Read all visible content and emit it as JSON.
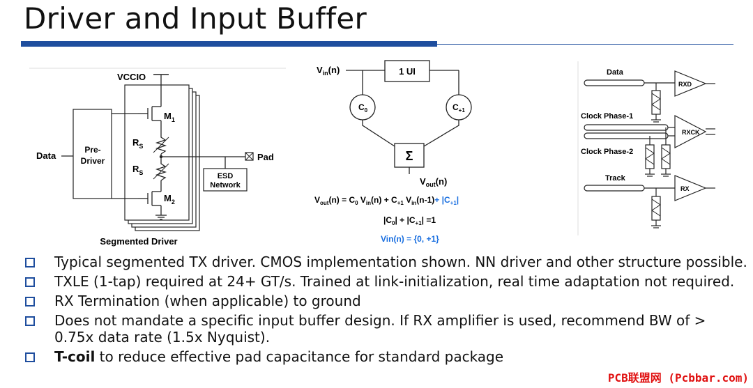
{
  "title": "Driver and Input Buffer",
  "fig1": {
    "vccio": "VCCIO",
    "m1": "M",
    "m1_sub": "1",
    "m2": "M",
    "m2_sub": "2",
    "rs": "R",
    "rs_sub": "S",
    "pre_driver_1": "Pre-",
    "pre_driver_2": "Driver",
    "data": "Data",
    "pad": "Pad",
    "esd_1": "ESD",
    "esd_2": "Network",
    "caption": "Segmented Driver"
  },
  "fig2": {
    "vin_label": "V",
    "vin_sub": "in",
    "vin_arg": "(n)",
    "ui_box": "1 UI",
    "c0": "C",
    "c0_sub": "0",
    "cp1": "C",
    "cp1_sub": "+1",
    "sum": "Σ",
    "vout_label": "V",
    "vout_sub": "out",
    "vout_arg": "(n)",
    "eq1_black": "V_out(n) = C_0 V_in(n) + C_+1 V_in(n-1)",
    "eq1_blue": "+ |C_+1|",
    "eq2": "|C_0| + |C_+1| =1",
    "eq3": "Vin(n) = {0, +1}"
  },
  "fig3": {
    "data": "Data",
    "rxd": "RXD",
    "clock1": "Clock Phase-1",
    "rxck": "RXCK",
    "clock2": "Clock Phase-2",
    "track": "Track",
    "rx": "RX"
  },
  "bullets": [
    {
      "bold": "",
      "text": "Typical segmented TX driver. CMOS implementation shown. NN driver and other structure possible."
    },
    {
      "bold": "",
      "text": "TXLE (1-tap) required at 24+ GT/s. Trained at link-initialization, real time adaptation not required."
    },
    {
      "bold": "",
      "text": "RX Termination (when applicable) to ground"
    },
    {
      "bold": "",
      "text": "Does not mandate a specific input buffer design. If RX amplifier is used, recommend BW of > 0.75x data rate (1.5x Nyquist)."
    },
    {
      "bold": "T-coil",
      "text": " to reduce effective pad capacitance for standard package"
    }
  ],
  "watermark": "PCB联盟网 (Pcbbar.com)",
  "colors": {
    "accent": "#1f4e9e",
    "equation_blue": "#1a6fe0",
    "watermark": "#e01010"
  }
}
